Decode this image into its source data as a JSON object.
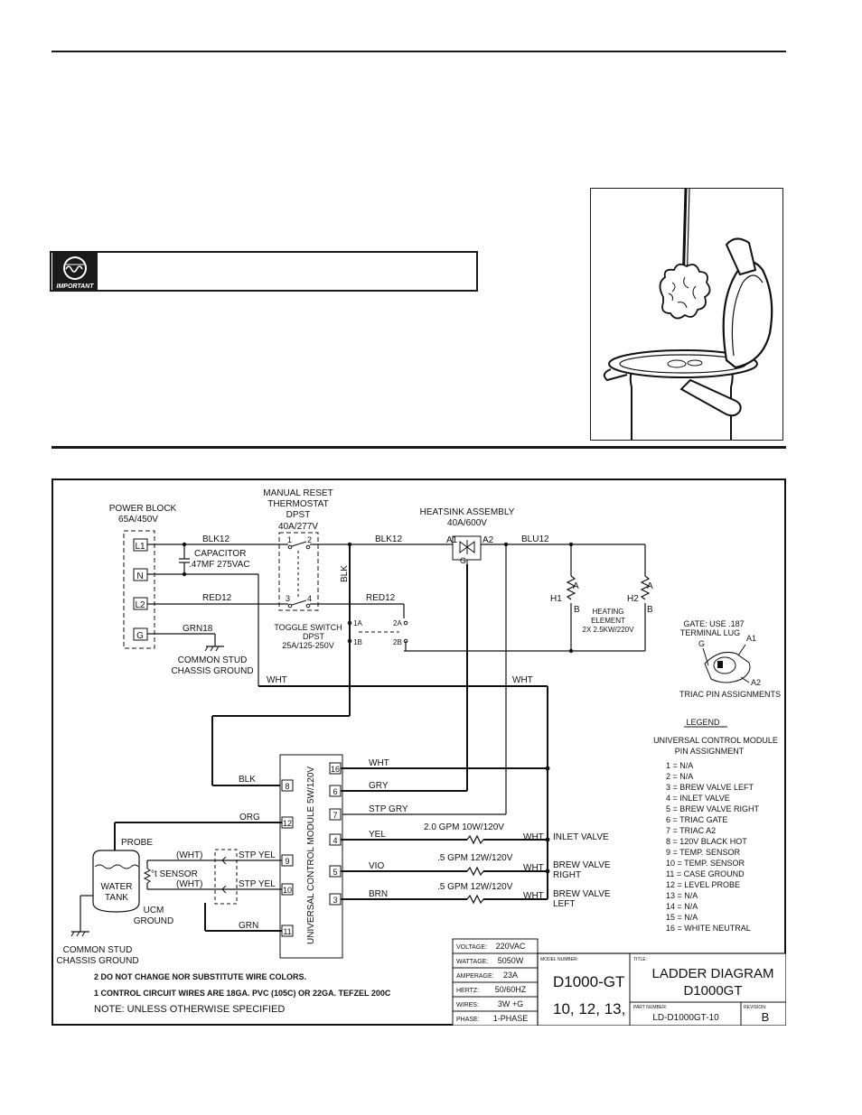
{
  "important_badge": {
    "label": "IMPORTANT"
  },
  "diagram": {
    "power_block": {
      "title": "POWER BLOCK",
      "rating": "65A/450V",
      "terminals": [
        "L1",
        "N",
        "L2",
        "G"
      ]
    },
    "capacitor": {
      "label": "CAPACITOR",
      "value": ".47MF 275VAC"
    },
    "thermostat": {
      "line1": "MANUAL RESET",
      "line2": "THERMOSTAT",
      "line3": "DPST",
      "rating": "40A/277V",
      "pins": [
        "1",
        "2",
        "3",
        "4"
      ]
    },
    "heatsink": {
      "title": "HEATSINK ASSEMBLY",
      "rating": "40A/600V",
      "a1": "A1",
      "a2": "A2",
      "g": "G"
    },
    "wires": {
      "blk12_a": "BLK12",
      "blk12_b": "BLK12",
      "blu12": "BLU12",
      "blk_vertical": "BLK",
      "red12_a": "RED12",
      "red12_b": "RED12",
      "grn18": "GRN18",
      "wht_a": "WHT",
      "wht_b": "WHT",
      "blk": "BLK",
      "org": "ORG",
      "grn": "GRN",
      "stp_yel_1": "STP YEL",
      "stp_yel_2": "STP YEL",
      "wht_p1": "(WHT)",
      "wht_p2": "(WHT)"
    },
    "chassis_ground_1": {
      "line1": "COMMON STUD",
      "line2": "CHASSIS GROUND"
    },
    "chassis_ground_2": {
      "line1": "COMMON STUD",
      "line2": "CHASSIS GROUND"
    },
    "toggle_switch": {
      "line1": "TOGGLE SWITCH",
      "line2": "DPST",
      "rating": "25A/125-250V",
      "pins": [
        "1A",
        "1B",
        "2A",
        "2B"
      ]
    },
    "heating": {
      "h1": "H1",
      "h2": "H2",
      "a": "A",
      "b": "B",
      "label1": "HEATING",
      "label2": "ELEMENT",
      "rating": "2X 2.5KW/220V"
    },
    "triac": {
      "gate_line1": "GATE: USE .187",
      "gate_line2": "TERMINAL LUG",
      "g": "G",
      "a1": "A1",
      "a2": "A2",
      "caption": "TRIAC PIN ASSIGNMENTS"
    },
    "ucm": {
      "label": "UNIVERSAL CONTROL MODULE 5W/120V",
      "pins": [
        "16",
        "6",
        "7",
        "4",
        "5",
        "3",
        "8",
        "12",
        "9",
        "10",
        "11"
      ]
    },
    "ucm_wires": [
      {
        "pin": "16",
        "wire": "WHT"
      },
      {
        "pin": "6",
        "wire": "GRY"
      },
      {
        "pin": "7",
        "wire": "STP GRY"
      },
      {
        "pin": "4",
        "wire": "YEL",
        "rating": "2.0 GPM 10W/120V",
        "ret": "WHT",
        "device": "INLET VALVE",
        "device2": ""
      },
      {
        "pin": "5",
        "wire": "VIO",
        "rating": ".5 GPM 12W/120V",
        "ret": "WHT",
        "device": "BREW VALVE",
        "device2": "RIGHT"
      },
      {
        "pin": "3",
        "wire": "BRN",
        "rating": ".5 GPM 12W/120V",
        "ret": "WHT",
        "device": "BREW VALVE",
        "device2": "LEFT"
      }
    ],
    "probe": "PROBE",
    "tank": {
      "line1": "WATER",
      "line2": "TANK"
    },
    "sensor": "°t SENSOR",
    "ucm_ground": {
      "line1": "UCM",
      "line2": "GROUND"
    },
    "legend": {
      "title": "LEGEND",
      "line1": "UNIVERSAL CONTROL MODULE",
      "line2": "PIN ASSIGNMENT",
      "items": [
        "1 = N/A",
        "2 = N/A",
        "3 = BREW VALVE LEFT",
        "4 = INLET VALVE",
        "5 = BREW VALVE RIGHT",
        "6 = TRIAC GATE",
        "7 = TRIAC A2",
        "8 = 120V BLACK HOT",
        "9 = TEMP. SENSOR",
        "10 = TEMP. SENSOR",
        "11 = CASE GROUND",
        "12 = LEVEL PROBE",
        "13 = N/A",
        "14 = N/A",
        "15 = N/A",
        "16 = WHITE NEUTRAL"
      ]
    },
    "notes": {
      "n2": "2   DO  NOT  CHANGE  NOR  SUBSTITUTE  WIRE  COLORS.",
      "n1": "1   CONTROL  CIRCUIT  WIRES  ARE  18GA.  PVC  (105C)  OR  22GA.  TEFZEL  200C",
      "note": "NOTE:    UNLESS  OTHERWISE  SPECIFIED"
    },
    "specs": [
      {
        "label": "VOLTAGE:",
        "value": "220VAC"
      },
      {
        "label": "WATTAGE:",
        "value": "5050W"
      },
      {
        "label": "AMPERAGE:",
        "value": "23A"
      },
      {
        "label": "HERTZ:",
        "value": "50/60HZ"
      },
      {
        "label": "WIRES:",
        "value": "3W +G"
      },
      {
        "label": "PHASE:",
        "value": "1-PHASE"
      }
    ],
    "title_block": {
      "model_label": "MODEL NUMBER:",
      "model_line1": "D1000-GT",
      "model_line2": "10, 12, 13,",
      "title_label": "TITLE:",
      "title_line1": "LADDER DIAGRAM",
      "title_line2": "D1000GT",
      "part_label": "PART NUMBER:",
      "part_number": "LD-D1000GT-10",
      "rev_label": "REVISION:",
      "revision": "B"
    }
  }
}
